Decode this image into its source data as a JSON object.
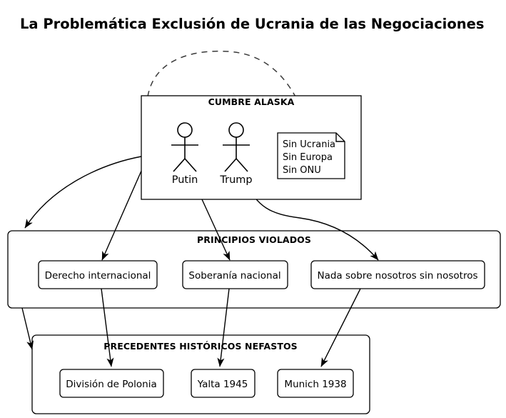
{
  "page": {
    "title": "La Problemática Exclusión de Ucrania de las Negociaciones",
    "background_color": "#ffffff",
    "stroke_color": "#000000"
  },
  "summit": {
    "title": "CUMBRE ALASKA",
    "people": [
      {
        "name": "Putin",
        "icon": "stick-figure-icon"
      },
      {
        "name": "Trump",
        "icon": "stick-figure-icon"
      }
    ],
    "note": {
      "icon": "note-document-icon",
      "lines": [
        "Sin Ucrania",
        "Sin Europa",
        "Sin ONU"
      ]
    }
  },
  "principles": {
    "title": "PRINCIPIOS VIOLADOS",
    "items": [
      {
        "label": "Derecho internacional"
      },
      {
        "label": "Soberanía nacional"
      },
      {
        "label": "Nada sobre nosotros sin nosotros"
      }
    ]
  },
  "precedents": {
    "title": "PRECEDENTES HISTÓRICOS NEFASTOS",
    "items": [
      {
        "label": "División de Polonia"
      },
      {
        "label": "Yalta 1945"
      },
      {
        "label": "Munich 1938"
      }
    ]
  },
  "connectors": [
    {
      "name": "summit-to-note-dashed",
      "style": "dashed"
    },
    {
      "name": "summit-to-principles-group",
      "style": "solid-arrow"
    },
    {
      "name": "summit-to-derecho-internacional",
      "style": "solid-arrow"
    },
    {
      "name": "putin-to-soberania-nacional",
      "style": "solid-arrow"
    },
    {
      "name": "trump-to-nada-sobre-nosotros",
      "style": "solid-arrow"
    },
    {
      "name": "principles-group-to-precedents-group",
      "style": "solid-arrow"
    },
    {
      "name": "derecho-internacional-to-division-de-polonia",
      "style": "solid-arrow"
    },
    {
      "name": "soberania-nacional-to-yalta-1945",
      "style": "solid-arrow"
    },
    {
      "name": "nada-sobre-nosotros-to-munich-1938",
      "style": "solid-arrow"
    }
  ]
}
